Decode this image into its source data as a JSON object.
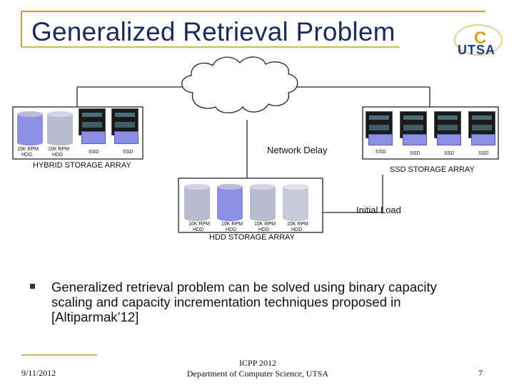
{
  "slide": {
    "title": "Generalized Retrieval Problem",
    "logo": {
      "letter": "C",
      "name": "UTSA"
    },
    "bullet": "Generalized retrieval problem can be solved using binary capacity scaling and capacity incrementation techniques proposed in [Altiparmak’12]",
    "footer": {
      "date": "9/11/2012",
      "conf": "ICPP 2012",
      "dept": "Department of Computer Science, UTSA",
      "page": "7"
    }
  },
  "diagram": {
    "network_delay": "Network Delay",
    "initial_load": "Initial Load",
    "hybrid": {
      "caption": "HYBRID STORAGE ARRAY",
      "hdd1_l1": "15K RPM",
      "hdd1_l2": "HDD",
      "hdd2_l1": "15K RPM",
      "hdd2_l2": "HDD",
      "ssd1": "SSD",
      "ssd2": "SSD"
    },
    "ssd_array": {
      "caption": "SSD STORAGE ARRAY",
      "ssd1": "SSD",
      "ssd2": "SSD",
      "ssd3": "SSD",
      "ssd4": "SSD"
    },
    "hdd_array": {
      "caption": "HDD STORAGE ARRAY",
      "d1_l1": "10K RPM",
      "d1_l2": "HDD",
      "d2_l1": "10K RPM",
      "d2_l2": "HDD",
      "d3_l1": "10K RPM",
      "d3_l2": "HDD",
      "d4_l1": "10K RPM",
      "d4_l2": "HDD"
    }
  }
}
